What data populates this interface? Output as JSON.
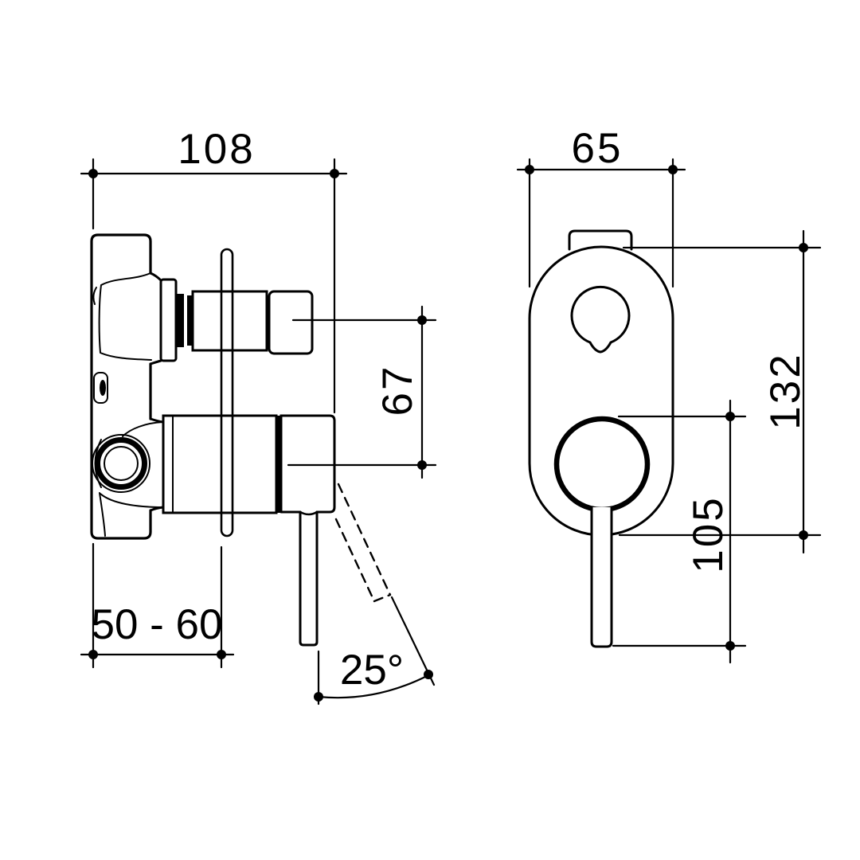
{
  "drawing": {
    "dimensions": {
      "depth_overall": "108",
      "plate_width": "65",
      "outlet_spacing": "67",
      "plate_height": "132",
      "handle_length": "105",
      "wall_depth_range": "50 - 60",
      "handle_angle": "25°"
    },
    "colors": {
      "line": "#000000",
      "background": "#ffffff"
    }
  }
}
